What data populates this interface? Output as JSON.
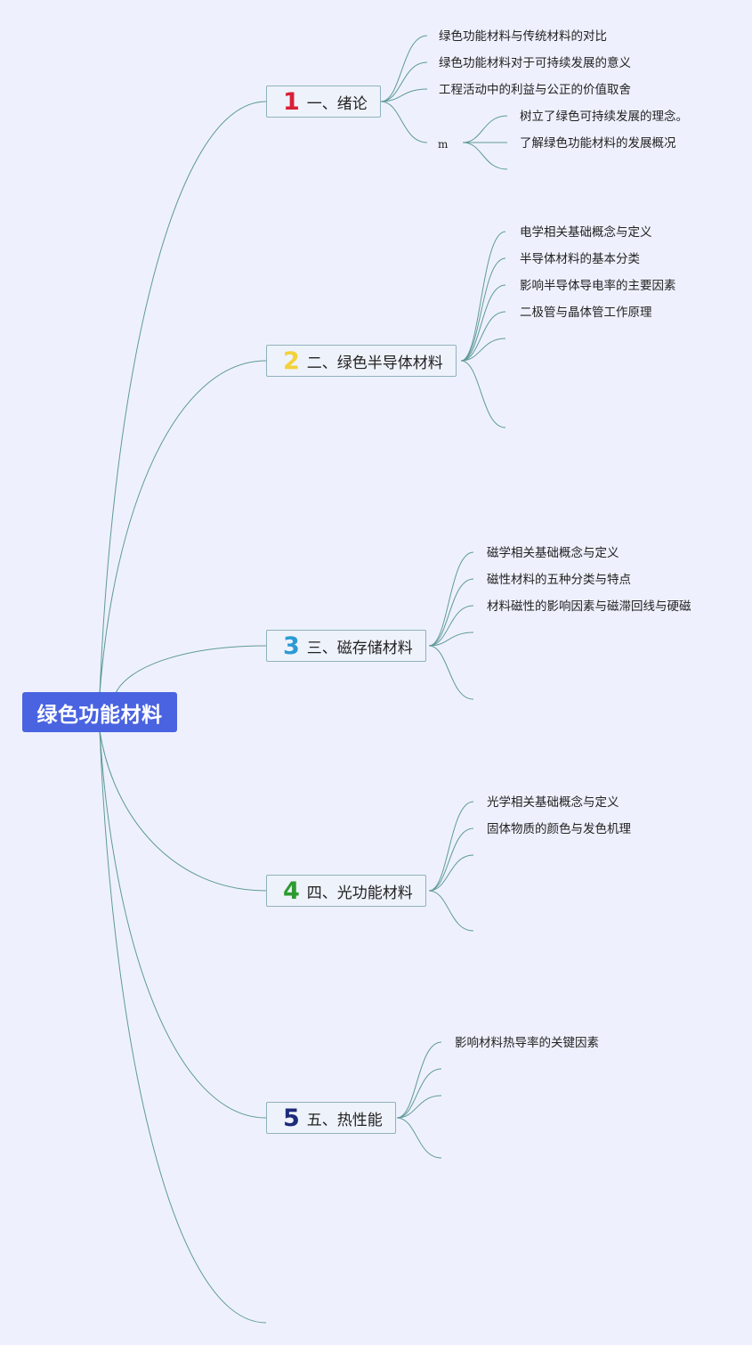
{
  "root": {
    "label": "绿色功能材料",
    "color": "#4a63e0"
  },
  "branches": [
    {
      "number": "1",
      "number_color": "#d81f36",
      "label": "一、绪论",
      "children": [
        {
          "label": "绿色功能材料与传统材料的对比"
        },
        {
          "label": "绿色功能材料对于可持续发展的意义"
        },
        {
          "label": "工程活动中的利益与公正的价值取舍"
        },
        {
          "label": "m",
          "children": [
            "树立了绿色可持续发展的理念。",
            "了解绿色功能材料的发展概况",
            ""
          ]
        }
      ]
    },
    {
      "number": "2",
      "number_color": "#f3d23a",
      "label": "二、绿色半导体材料",
      "children": [
        {
          "label": "电学相关基础概念与定义"
        },
        {
          "label": "半导体材料的基本分类"
        },
        {
          "label": "影响半导体导电率的主要因素"
        },
        {
          "label": "二极管与晶体管工作原理"
        },
        {
          "label": ""
        },
        {
          "label": ""
        }
      ]
    },
    {
      "number": "3",
      "number_color": "#2b9ad6",
      "label": "三、磁存储材料",
      "children": [
        {
          "label": "磁学相关基础概念与定义"
        },
        {
          "label": "磁性材料的五种分类与特点"
        },
        {
          "label": "材料磁性的影响因素与磁滞回线与硬磁"
        },
        {
          "label": ""
        },
        {
          "label": ""
        }
      ]
    },
    {
      "number": "4",
      "number_color": "#2e9a30",
      "label": "四、光功能材料",
      "children": [
        {
          "label": "光学相关基础概念与定义"
        },
        {
          "label": "固体物质的颜色与发色机理"
        },
        {
          "label": ""
        },
        {
          "label": ""
        }
      ]
    },
    {
      "number": "5",
      "number_color": "#1d2b7a",
      "label": "五、热性能",
      "children": [
        {
          "label": "影响材料热导率的关键因素"
        },
        {
          "label": ""
        },
        {
          "label": ""
        },
        {
          "label": ""
        }
      ]
    },
    {
      "number": "",
      "number_color": "",
      "label": "",
      "children": []
    }
  ],
  "colors": {
    "background": "#eef1fd",
    "connector": "#5f9a98",
    "branch_border": "#8fb2bd"
  }
}
